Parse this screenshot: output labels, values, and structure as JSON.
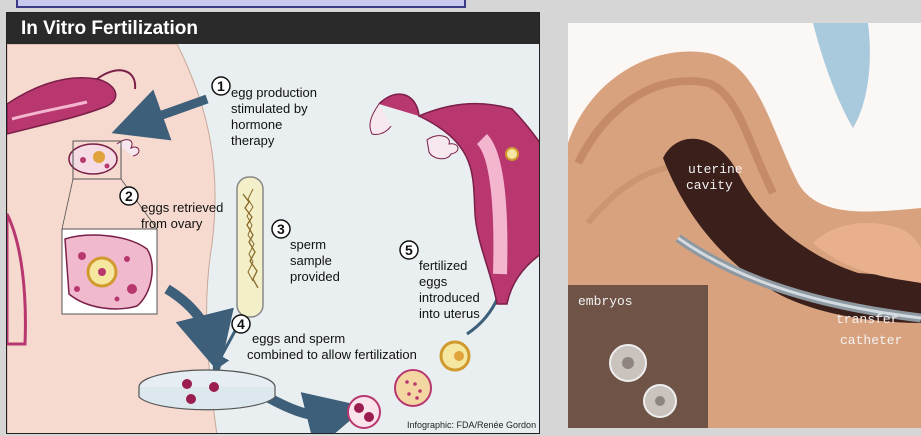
{
  "infographic": {
    "title": "In Vitro Fertilization",
    "steps": [
      {
        "number": "1",
        "lines": [
          "egg production",
          "stimulated by",
          "hormone",
          "therapy"
        ]
      },
      {
        "number": "2",
        "lines": [
          "eggs retrieved",
          "from ovary"
        ]
      },
      {
        "number": "3",
        "lines": [
          "sperm",
          "sample",
          "provided"
        ]
      },
      {
        "number": "4",
        "lines": [
          "eggs and sperm",
          "combined to allow fertilization"
        ]
      },
      {
        "number": "5",
        "lines": [
          "fertilized",
          "eggs",
          "introduced",
          "into uterus"
        ]
      }
    ],
    "credit": "Infographic: FDA/Renée Gordon"
  },
  "photo": {
    "labels": {
      "uterine_cavity": [
        "uterine",
        "cavity"
      ],
      "embryos": "embryos",
      "transfer_catheter": [
        "transfer",
        "catheter"
      ]
    }
  },
  "colors": {
    "tissue": "#b8376f",
    "arrow": "#3d5f7a",
    "skin": "#f6d9cf"
  }
}
